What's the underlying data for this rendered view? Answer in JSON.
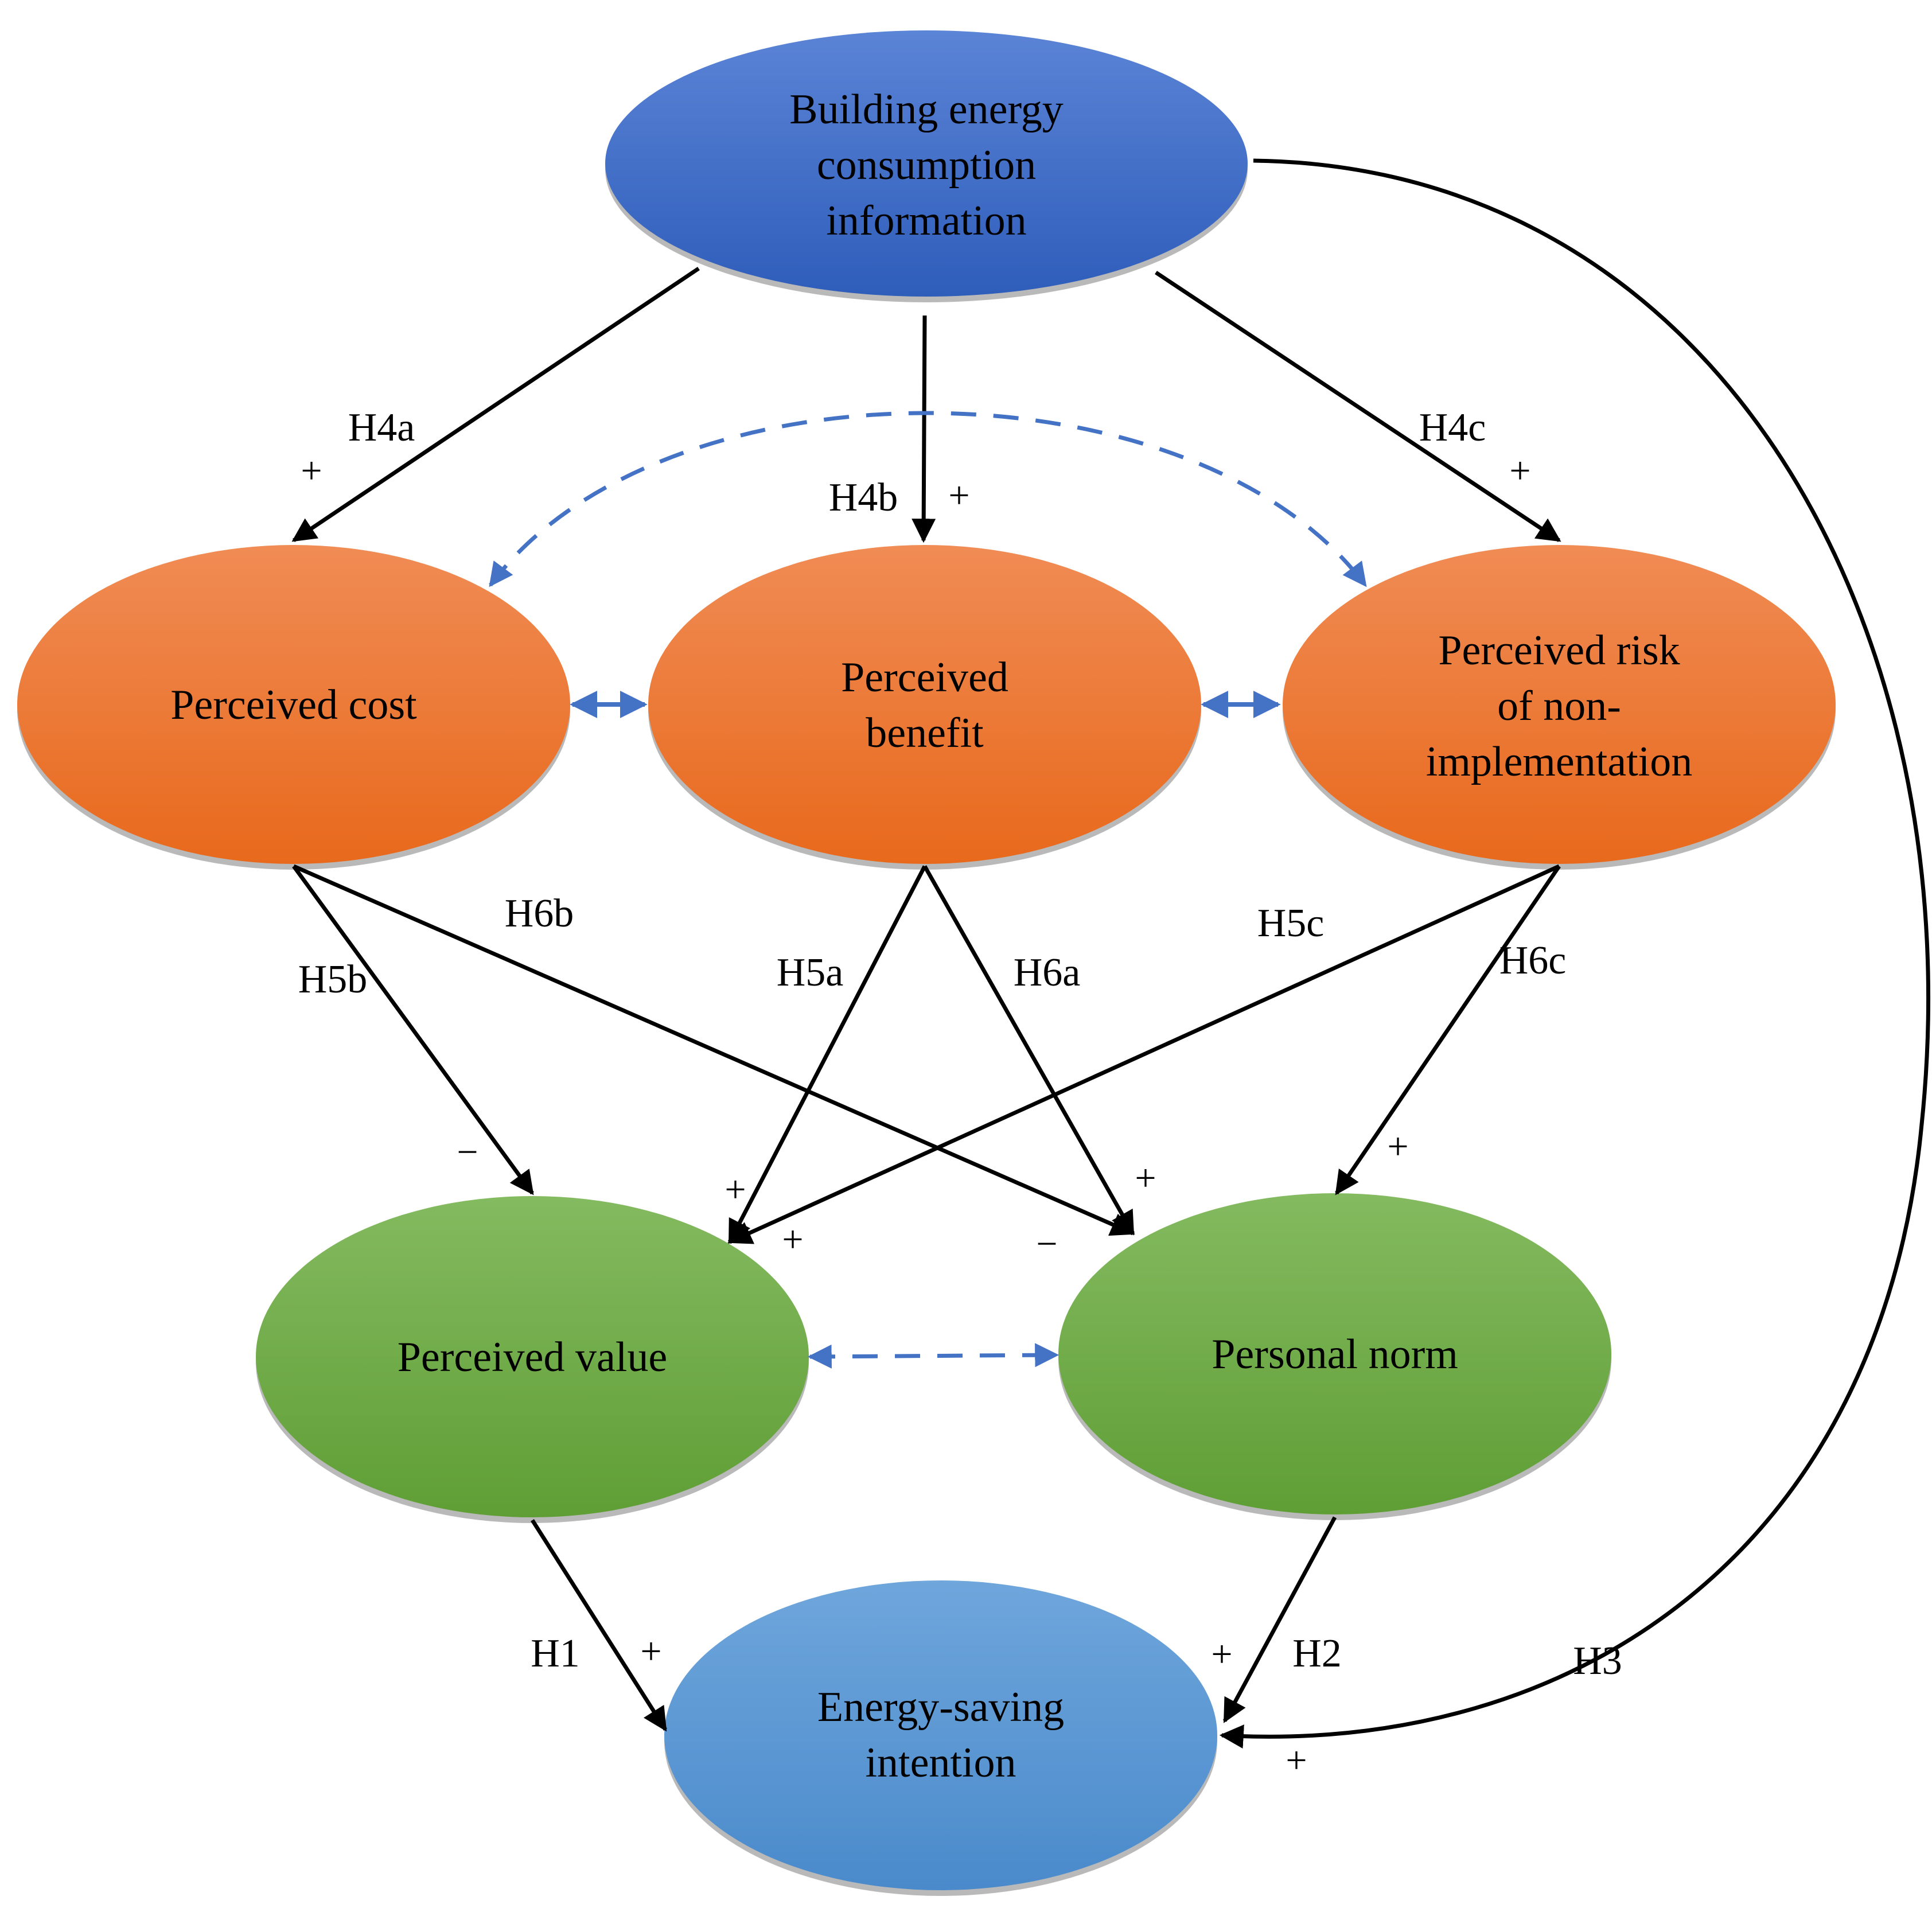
{
  "nodes": {
    "building_info": {
      "lines": [
        "Building energy",
        "consumption",
        "information"
      ],
      "color": "#3A68C4"
    },
    "perceived_cost": {
      "lines": [
        "Perceived cost"
      ],
      "color": "#ED7D31"
    },
    "perceived_benefit": {
      "lines": [
        "Perceived",
        "benefit"
      ],
      "color": "#ED7D31"
    },
    "perceived_risk": {
      "lines": [
        "Perceived risk",
        "of non-",
        "implementation"
      ],
      "color": "#ED7D31"
    },
    "perceived_value": {
      "lines": [
        "Perceived value"
      ],
      "color": "#70AD47"
    },
    "personal_norm": {
      "lines": [
        "Personal norm"
      ],
      "color": "#70AD47"
    },
    "intention": {
      "lines": [
        "Energy-saving",
        "intention"
      ],
      "color": "#5B9BD5"
    }
  },
  "hypotheses": {
    "h1": "H1",
    "h2": "H2",
    "h3": "H3",
    "h4a": "H4a",
    "h4b": "H4b",
    "h4c": "H4c",
    "h5a": "H5a",
    "h5b": "H5b",
    "h5c": "H5c",
    "h6a": "H6a",
    "h6b": "H6b",
    "h6c": "H6c"
  },
  "signs": {
    "h4a": "+",
    "h4b": "+",
    "h4c": "+",
    "h5a": "+",
    "h5b": "−",
    "h5c": "+",
    "h6a": "+",
    "h6b": "−",
    "h6c": "+",
    "h1": "+",
    "h2": "+",
    "h3": "+"
  }
}
